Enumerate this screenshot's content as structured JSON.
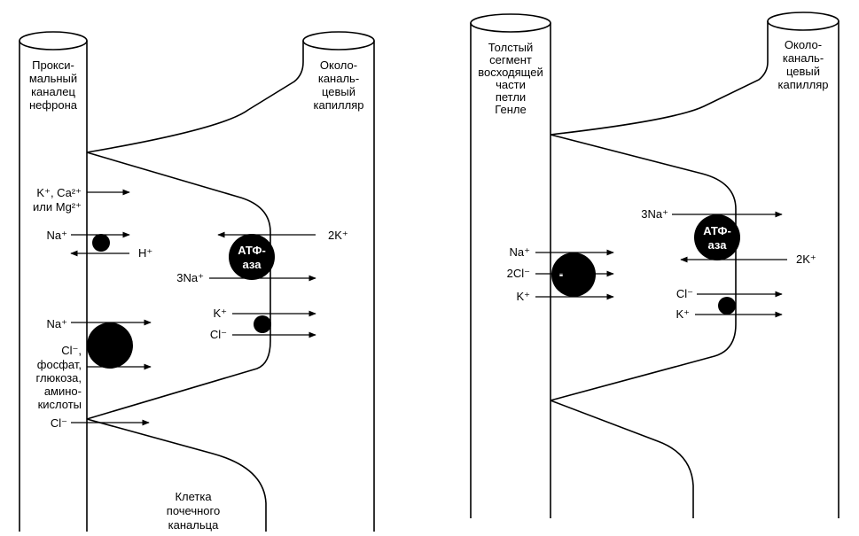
{
  "left": {
    "tubule_label": [
      "Прокси-",
      "мальный",
      "каналец",
      "нефрона"
    ],
    "capillary_label": [
      "Около-",
      "каналь-",
      "цевый",
      "капилляр"
    ],
    "cell_label": [
      "Клетка",
      "почечного",
      "канальца"
    ],
    "ions": {
      "k_ca": "K⁺, Ca²⁺",
      "or_mg": "или Mg²⁺",
      "na1": "Na⁺",
      "h": "H⁺",
      "two_k": "2K⁺",
      "three_na": "3Na⁺",
      "k": "K⁺",
      "cl_right": "Cl⁻",
      "na2": "Na⁺",
      "cl_sym": "Cl⁻,",
      "phosphate": "фосфат,",
      "glucose": "глюкоза,",
      "amino1": "амино-",
      "amino2": "кислоты",
      "cl_bottom": "Cl⁻"
    },
    "pump": [
      "АТФ-",
      "аза"
    ]
  },
  "right": {
    "tubule_label": [
      "Толстый",
      "сегмент",
      "восходящей",
      "части",
      "петли",
      "Генле"
    ],
    "capillary_label": [
      "Около-",
      "каналь-",
      "цевый",
      "капилляр"
    ],
    "ions": {
      "three_na": "3Na⁺",
      "two_k": "2K⁺",
      "na": "Na⁺",
      "two_cl": "2Cl⁻",
      "k": "K⁺",
      "cl": "Cl⁻",
      "k2": "K⁺"
    },
    "pump": [
      "АТФ-",
      "аза"
    ]
  },
  "colors": {
    "ink": "#000000",
    "paper": "#ffffff"
  }
}
